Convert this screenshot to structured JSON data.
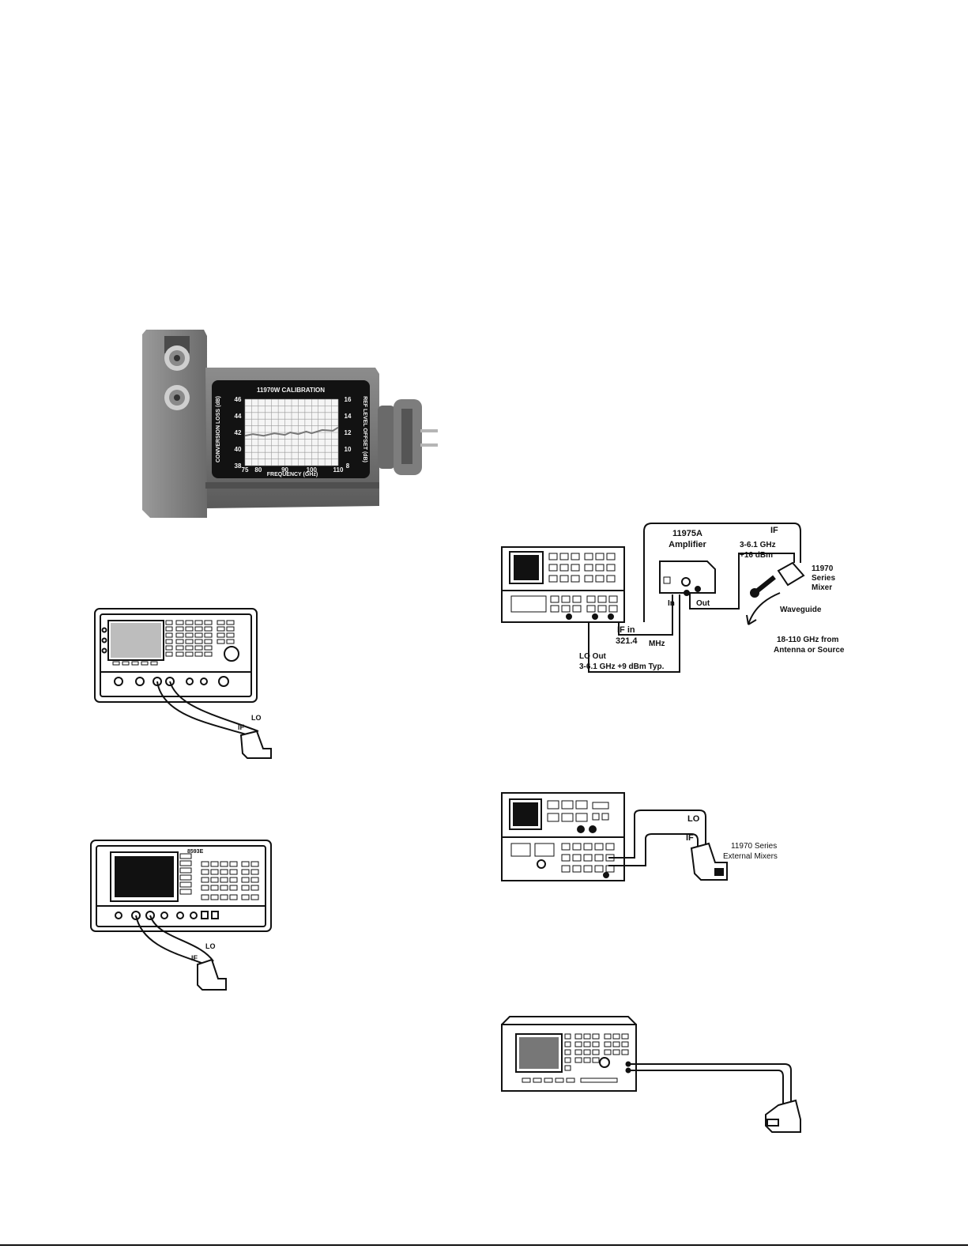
{
  "mixer_photo": {
    "calibration_title": "11970W CALIBRATION",
    "left_axis_label": "CONVERSION LOSS (dB)",
    "right_axis_label": "REF LEVEL OFFSET (dB)",
    "x_axis_label": "FREQUENCY (GHz)",
    "left_ticks": [
      "46",
      "44",
      "42",
      "40",
      "38"
    ],
    "right_ticks": [
      "16",
      "14",
      "12",
      "10",
      "8"
    ],
    "x_ticks": [
      "75",
      "80",
      "90",
      "100",
      "110"
    ]
  },
  "setup_amplifier": {
    "amplifier_line1": "11975A",
    "amplifier_line2": "Amplifier",
    "if_top": "IF",
    "lo_level_line1": "3-6.1 GHz",
    "lo_level_line2": "+16 dBm",
    "mixer_line1": "11970",
    "mixer_line2": "Series",
    "mixer_line3": "Mixer",
    "in_label": "In",
    "out_label": "Out",
    "waveguide_label": "Waveguide",
    "if_in_line1": "IF in",
    "if_in_line2": "321.4",
    "if_in_unit": "MHz",
    "lo_out_line1": "LO Out",
    "lo_out_line2": "3-6.1 GHz +9 dBm Typ.",
    "source_line1": "18-110 GHz from",
    "source_line2": "Antenna or Source"
  },
  "setup_left_a": {
    "lo_label": "LO",
    "if_label": "IF"
  },
  "setup_left_b": {
    "lo_label": "LO",
    "if_label": "IF",
    "model": "8593E"
  },
  "setup_rack": {
    "lo_label": "LO",
    "if_label": "IF",
    "mixers_line1": "11970 Series",
    "mixers_line2": "External Mixers"
  },
  "chart_data": {
    "type": "line",
    "title": "11970W CALIBRATION",
    "xlabel": "FREQUENCY (GHz)",
    "ylabel": "CONVERSION LOSS (dB)",
    "y2label": "REF LEVEL OFFSET (dB)",
    "xlim": [
      75,
      110
    ],
    "ylim": [
      38,
      46
    ],
    "y2lim": [
      8,
      16
    ],
    "grid": true,
    "x": [
      75,
      78,
      82,
      86,
      90,
      92,
      95,
      98,
      100,
      104,
      108,
      110
    ],
    "y": [
      41.6,
      41.8,
      41.6,
      41.9,
      41.7,
      42.0,
      41.8,
      42.1,
      41.9,
      42.3,
      42.2,
      42.6
    ]
  }
}
